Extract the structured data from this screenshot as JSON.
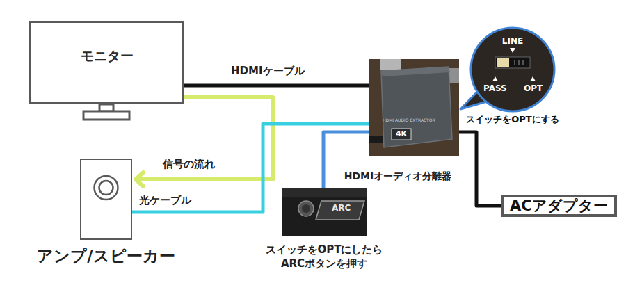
{
  "diagram": {
    "nodes": [
      {
        "text": [
          "モニター"
        ]
      },
      {
        "text": [
          "LINE",
          "PASS",
          "OPT",
          "スイッチをOPTにする"
        ]
      },
      {
        "text": [
          "HDMI AUDIO EXTRACTOR",
          "4K",
          "HDMIオーディオ分離器"
        ]
      },
      {
        "text": [
          "アンプ/スピーカー"
        ]
      },
      {
        "text": [
          "ARC",
          "スイッチをOPTにしたら ARCボタンを押す"
        ]
      },
      {
        "text": [
          "ACアダプター"
        ]
      }
    ],
    "edges": [
      {
        "from": 0,
        "to": 2,
        "label": "HDMIケーブル",
        "arrow": "none"
      },
      {
        "from": 0,
        "to": 3,
        "label": "信号の流れ",
        "arrow": "to"
      },
      {
        "from": 2,
        "to": 3,
        "label": "光ケーブル",
        "arrow": "none"
      },
      {
        "from": 4,
        "to": 2,
        "arrow": "none"
      },
      {
        "from": 2,
        "to": 5,
        "arrow": "none"
      }
    ]
  }
}
